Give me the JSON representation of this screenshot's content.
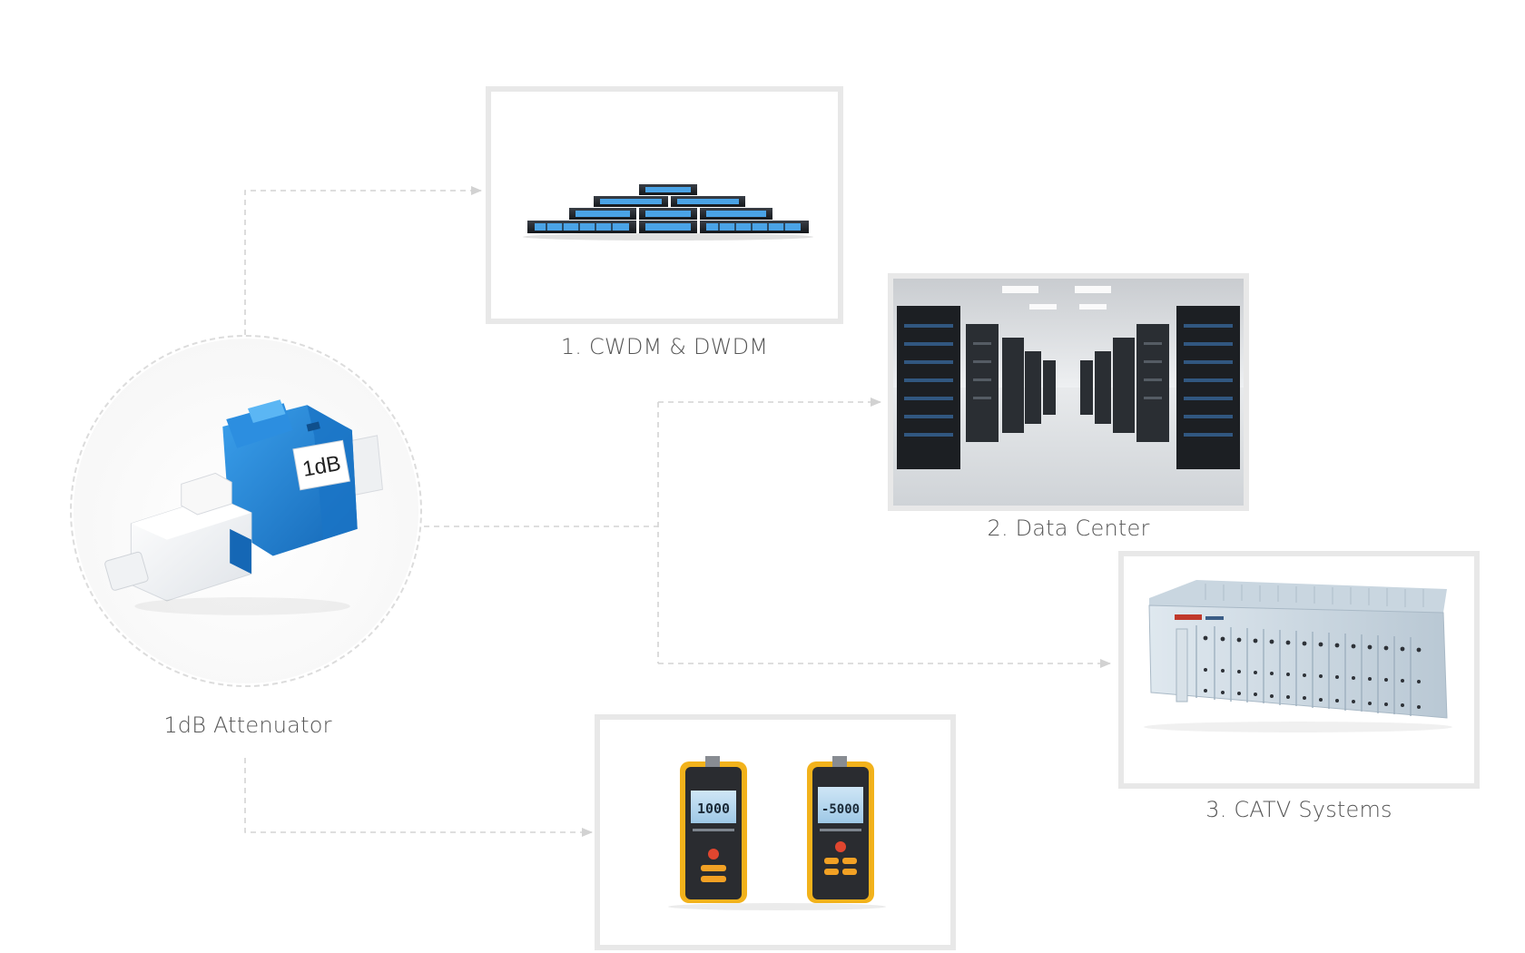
{
  "source": {
    "label": "1dB  Attenuator",
    "device_marking": "1dB",
    "icon": "lc-attenuator-icon"
  },
  "applications": [
    {
      "label": "1. CWDM & DWDM",
      "icon": "rack-mux-modules-icon"
    },
    {
      "label": "2. Data Center",
      "icon": "server-racks-icon"
    },
    {
      "label": "3. CATV Systems",
      "icon": "catv-chassis-icon"
    },
    {
      "label": "",
      "icon": "handheld-power-meters-icon"
    }
  ],
  "meters": {
    "left_display": "1000",
    "right_display": "-5000"
  },
  "colors": {
    "frame_border": "#e8e8e8",
    "connector_line": "#cfcfcf",
    "attenuator_blue": "#1e7fd0",
    "meter_yellow": "#f2b21b"
  }
}
